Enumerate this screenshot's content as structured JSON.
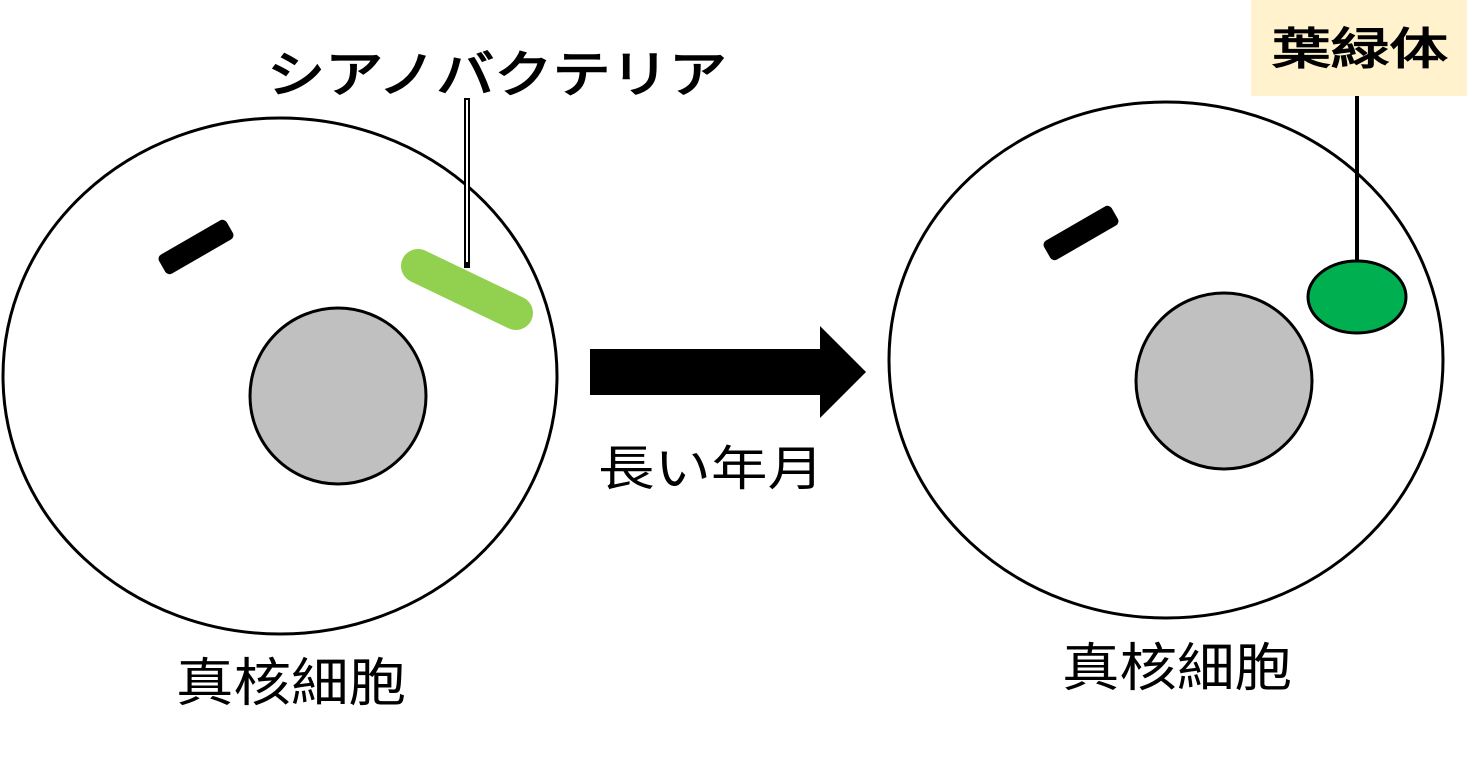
{
  "labels": {
    "cyanobacteria": "シアノバクテリア",
    "chloroplast": "葉緑体",
    "time_passage": "長い年月",
    "eukaryote_left": "真核細胞",
    "eukaryote_right": "真核細胞"
  },
  "colors": {
    "cyanobacteria_fill": "#92d050",
    "chloroplast_fill": "#00b050",
    "nucleus_fill": "#c0c0c0",
    "chloroplast_label_bg": "#fff2cc",
    "outline": "#000000",
    "arrow": "#000000"
  },
  "icons": {
    "arrow": "right-arrow-icon"
  }
}
